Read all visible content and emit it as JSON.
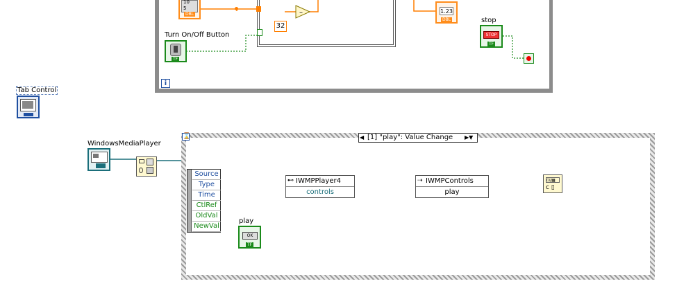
{
  "labels": {
    "turn_button": "Turn On/Off Button",
    "stop": "stop",
    "tab_control": "Tab Control",
    "wmp": "WindowsMediaPlayer",
    "play": "play"
  },
  "constants": {
    "thirty_two": "32",
    "indicator_123": "1.23",
    "info_i": "i",
    "ten_pow": "10",
    "five": "5"
  },
  "event_structure": {
    "selector_index": "[1] \"play\": Value Change",
    "event_data": [
      "Source",
      "Type",
      "Time",
      "CtlRef",
      "OldVal",
      "NewVal"
    ]
  },
  "nodes": {
    "iwmpplayer4": {
      "title": "IWMPPlayer4",
      "property": "controls"
    },
    "iwmpcontrols": {
      "title": "IWMPControls",
      "method": "play"
    }
  },
  "buttons": {
    "stop_text": "STOP",
    "ok_text": "OK",
    "tf": "TF",
    "dbl": "DBL"
  },
  "colors": {
    "bool_wire": "#1a8a1a",
    "num_wire": "#ff7f00",
    "ref_wire": "#1a6e7a",
    "frame": "#8c8c8c"
  }
}
